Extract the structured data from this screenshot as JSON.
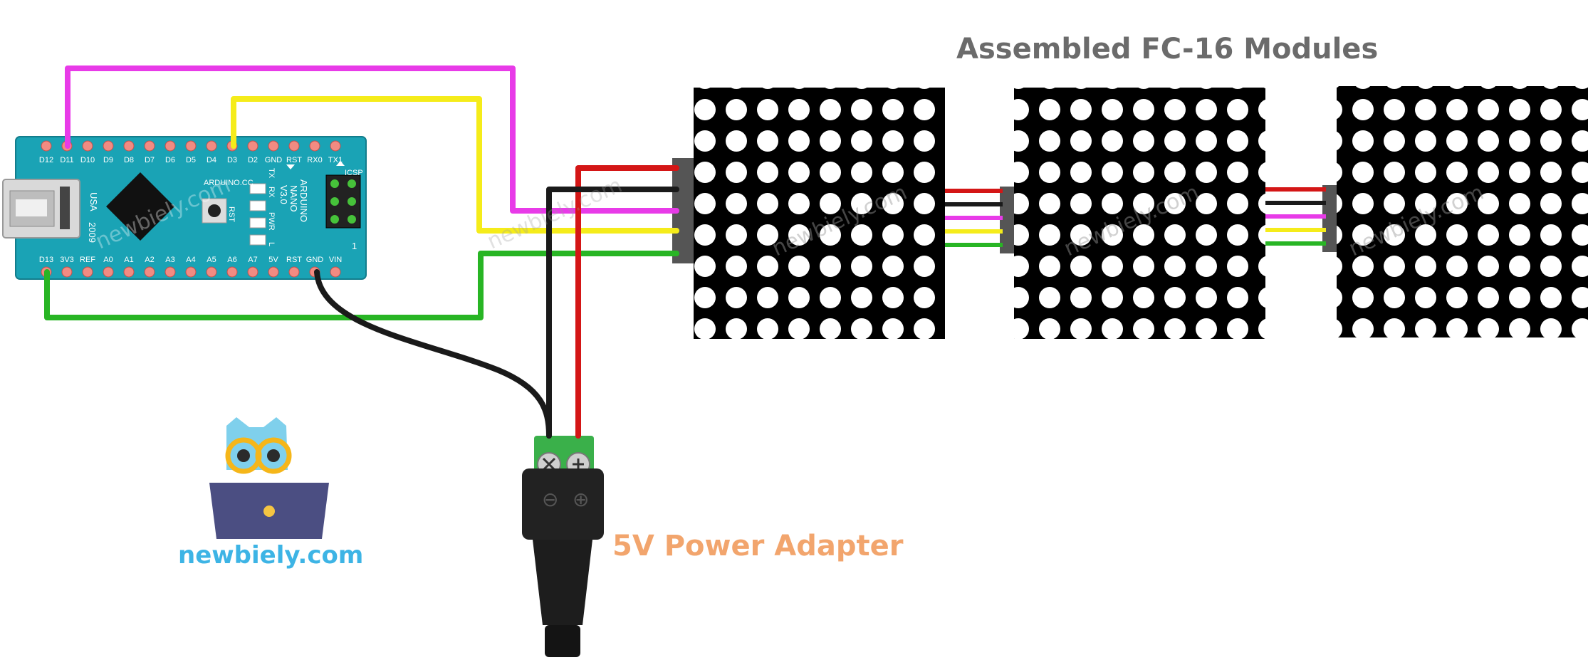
{
  "title": "Assembled FC-16 Modules",
  "power_adapter_label": "5V Power Adapter",
  "brand": "newbiely.com",
  "watermark": "newbiely.com",
  "nano": {
    "top_pins": [
      "D12",
      "D11",
      "D10",
      "D9",
      "D8",
      "D7",
      "D6",
      "D5",
      "D4",
      "D3",
      "D2",
      "GND",
      "RST",
      "RX0",
      "TX1"
    ],
    "bottom_pins": [
      "D13",
      "3V3",
      "REF",
      "A0",
      "A1",
      "A2",
      "A3",
      "A4",
      "A5",
      "A6",
      "A7",
      "5V",
      "RST",
      "GND",
      "VIN"
    ],
    "usb_label": "USA",
    "year": "2009",
    "arduino_cc": "ARDUINO.CC",
    "board_name_lines": [
      "ARDUINO",
      "NANO",
      "V3.0"
    ],
    "led_labels": [
      "TX",
      "RX",
      "PWR",
      "L"
    ],
    "reset_label": "RST",
    "icsp_label": "ICSP",
    "icsp_pin1": "1"
  },
  "adapter_symbols": {
    "minus": "⊖",
    "plus": "⊕"
  },
  "colors": {
    "board": "#1aa3b5",
    "magenta_wire": "#e83be8",
    "yellow_wire": "#f5ec1a",
    "green_wire": "#28b524",
    "red_wire": "#d41616",
    "black_wire": "#1a1a1a",
    "title_text": "#6b6b6b",
    "power_text": "#f2a56d",
    "brand_text": "#3db4e5"
  }
}
